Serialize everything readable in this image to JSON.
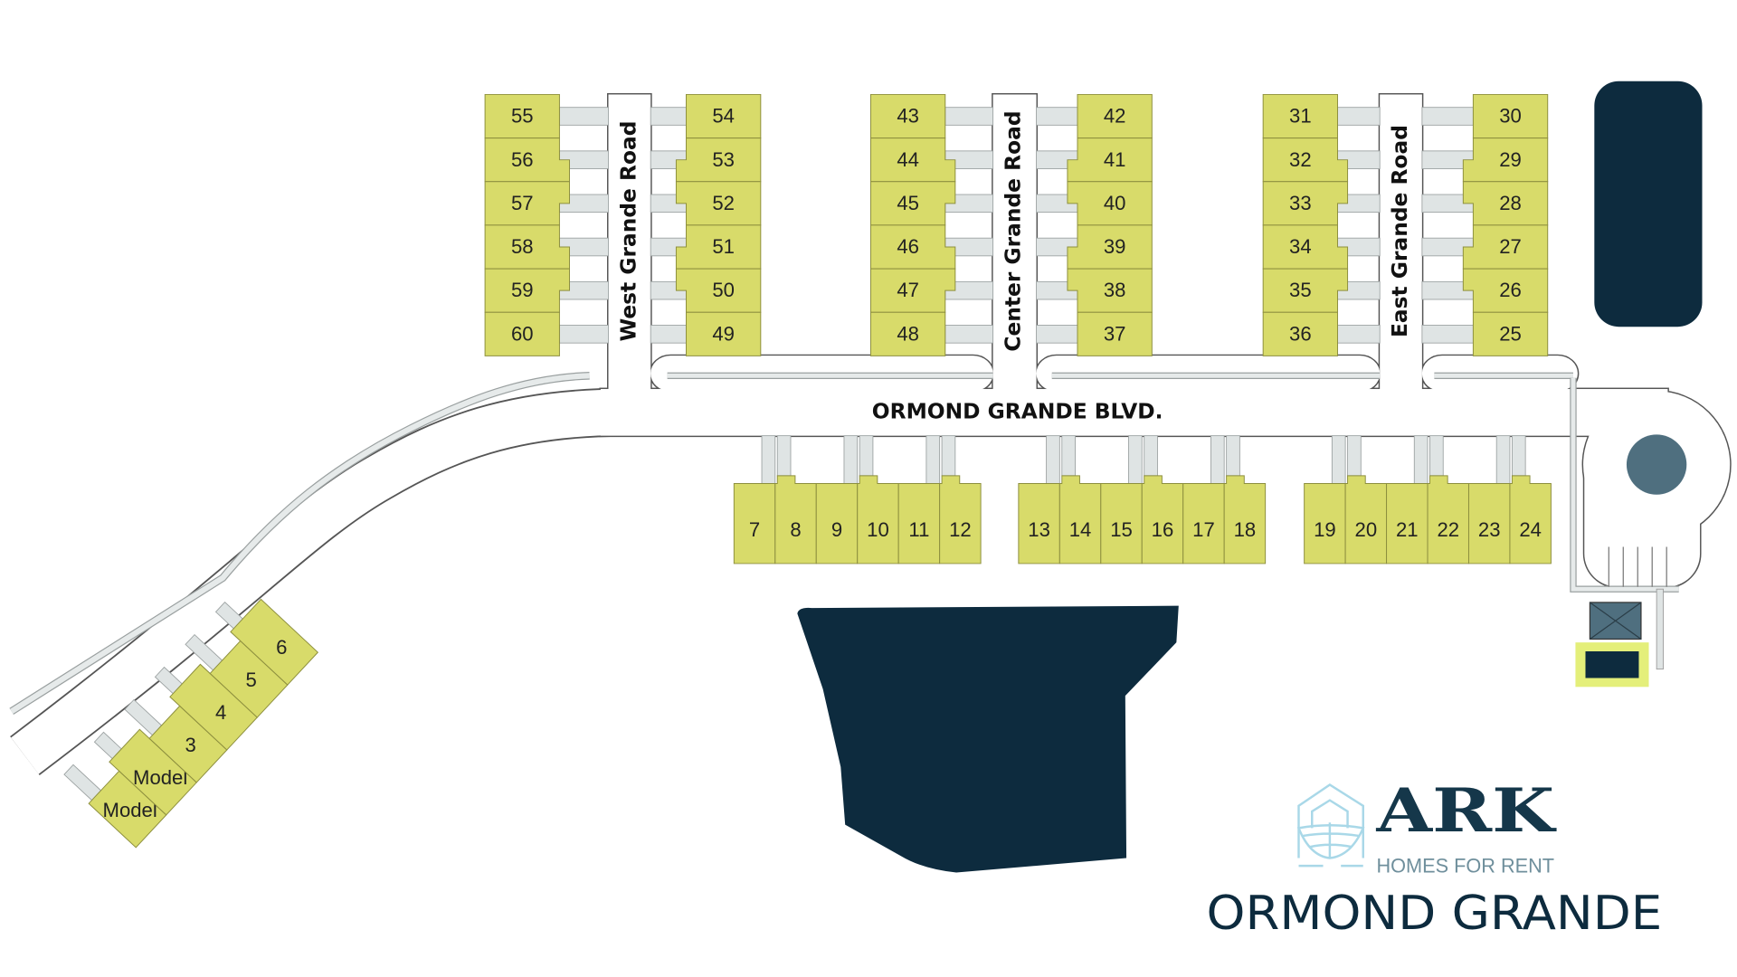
{
  "site_name": "ORMOND GRANDE",
  "logo": {
    "brand": "ARK",
    "tagline": "HOMES FOR RENT"
  },
  "roads": {
    "boulevard": "ORMOND GRANDE BLVD.",
    "west": "West Grande Road",
    "center": "Center Grande Road",
    "east": "East Grande Road"
  },
  "units": {
    "west_left": [
      "55",
      "56",
      "57",
      "58",
      "59",
      "60"
    ],
    "west_right": [
      "54",
      "53",
      "52",
      "51",
      "50",
      "49"
    ],
    "center_left": [
      "43",
      "44",
      "45",
      "46",
      "47",
      "48"
    ],
    "center_right": [
      "42",
      "41",
      "40",
      "39",
      "38",
      "37"
    ],
    "east_left": [
      "31",
      "32",
      "33",
      "34",
      "35",
      "36"
    ],
    "east_right": [
      "30",
      "29",
      "28",
      "27",
      "26",
      "25"
    ],
    "south_a": [
      "7",
      "8",
      "9",
      "10",
      "11",
      "12"
    ],
    "south_b": [
      "13",
      "14",
      "15",
      "16",
      "17",
      "18"
    ],
    "south_c": [
      "19",
      "20",
      "21",
      "22",
      "23",
      "24"
    ],
    "diagonal": [
      "Model",
      "Model",
      "3",
      "4",
      "5",
      "6"
    ]
  },
  "colors": {
    "unit": "#d8db6a",
    "water": "#0d2b3e",
    "fountain": "#4f6f7f",
    "logo_icon": "#a9d8e8",
    "tagline": "#6f8f9c"
  }
}
